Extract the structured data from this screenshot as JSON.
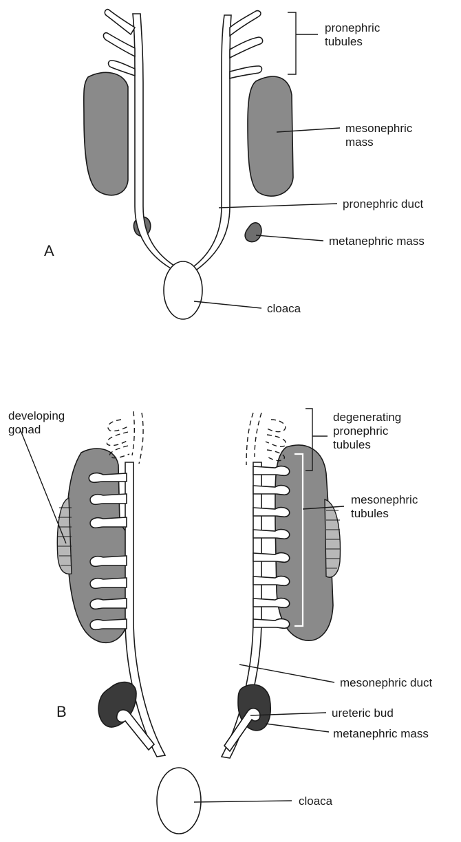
{
  "panel_a": {
    "letter": "A",
    "labels": {
      "pronephric_tubules_line1": "pronephric",
      "pronephric_tubules_line2": "tubules",
      "mesonephric_mass_line1": "mesonephric",
      "mesonephric_mass_line2": "mass",
      "pronephric_duct": "pronephric duct",
      "metanephric_mass": "metanephric mass",
      "cloaca": "cloaca"
    }
  },
  "panel_b": {
    "letter": "B",
    "labels": {
      "developing_gonad_line1": "developing",
      "developing_gonad_line2": "gonad",
      "degenerating_line1": "degenerating",
      "degenerating_line2": "pronephric",
      "degenerating_line3": "tubules",
      "mesonephric_tubules_line1": "mesonephric",
      "mesonephric_tubules_line2": "tubules",
      "mesonephric_duct": "mesonephric duct",
      "ureteric_bud": "ureteric bud",
      "metanephric_mass": "metanephric mass",
      "cloaca": "cloaca"
    }
  },
  "colors": {
    "mesonephric_mass": "#8a8a8a",
    "metanephric_mass_a": "#6e6e6e",
    "metanephric_mass_b": "#3a3a3a",
    "outline": "#1a1a1a"
  }
}
